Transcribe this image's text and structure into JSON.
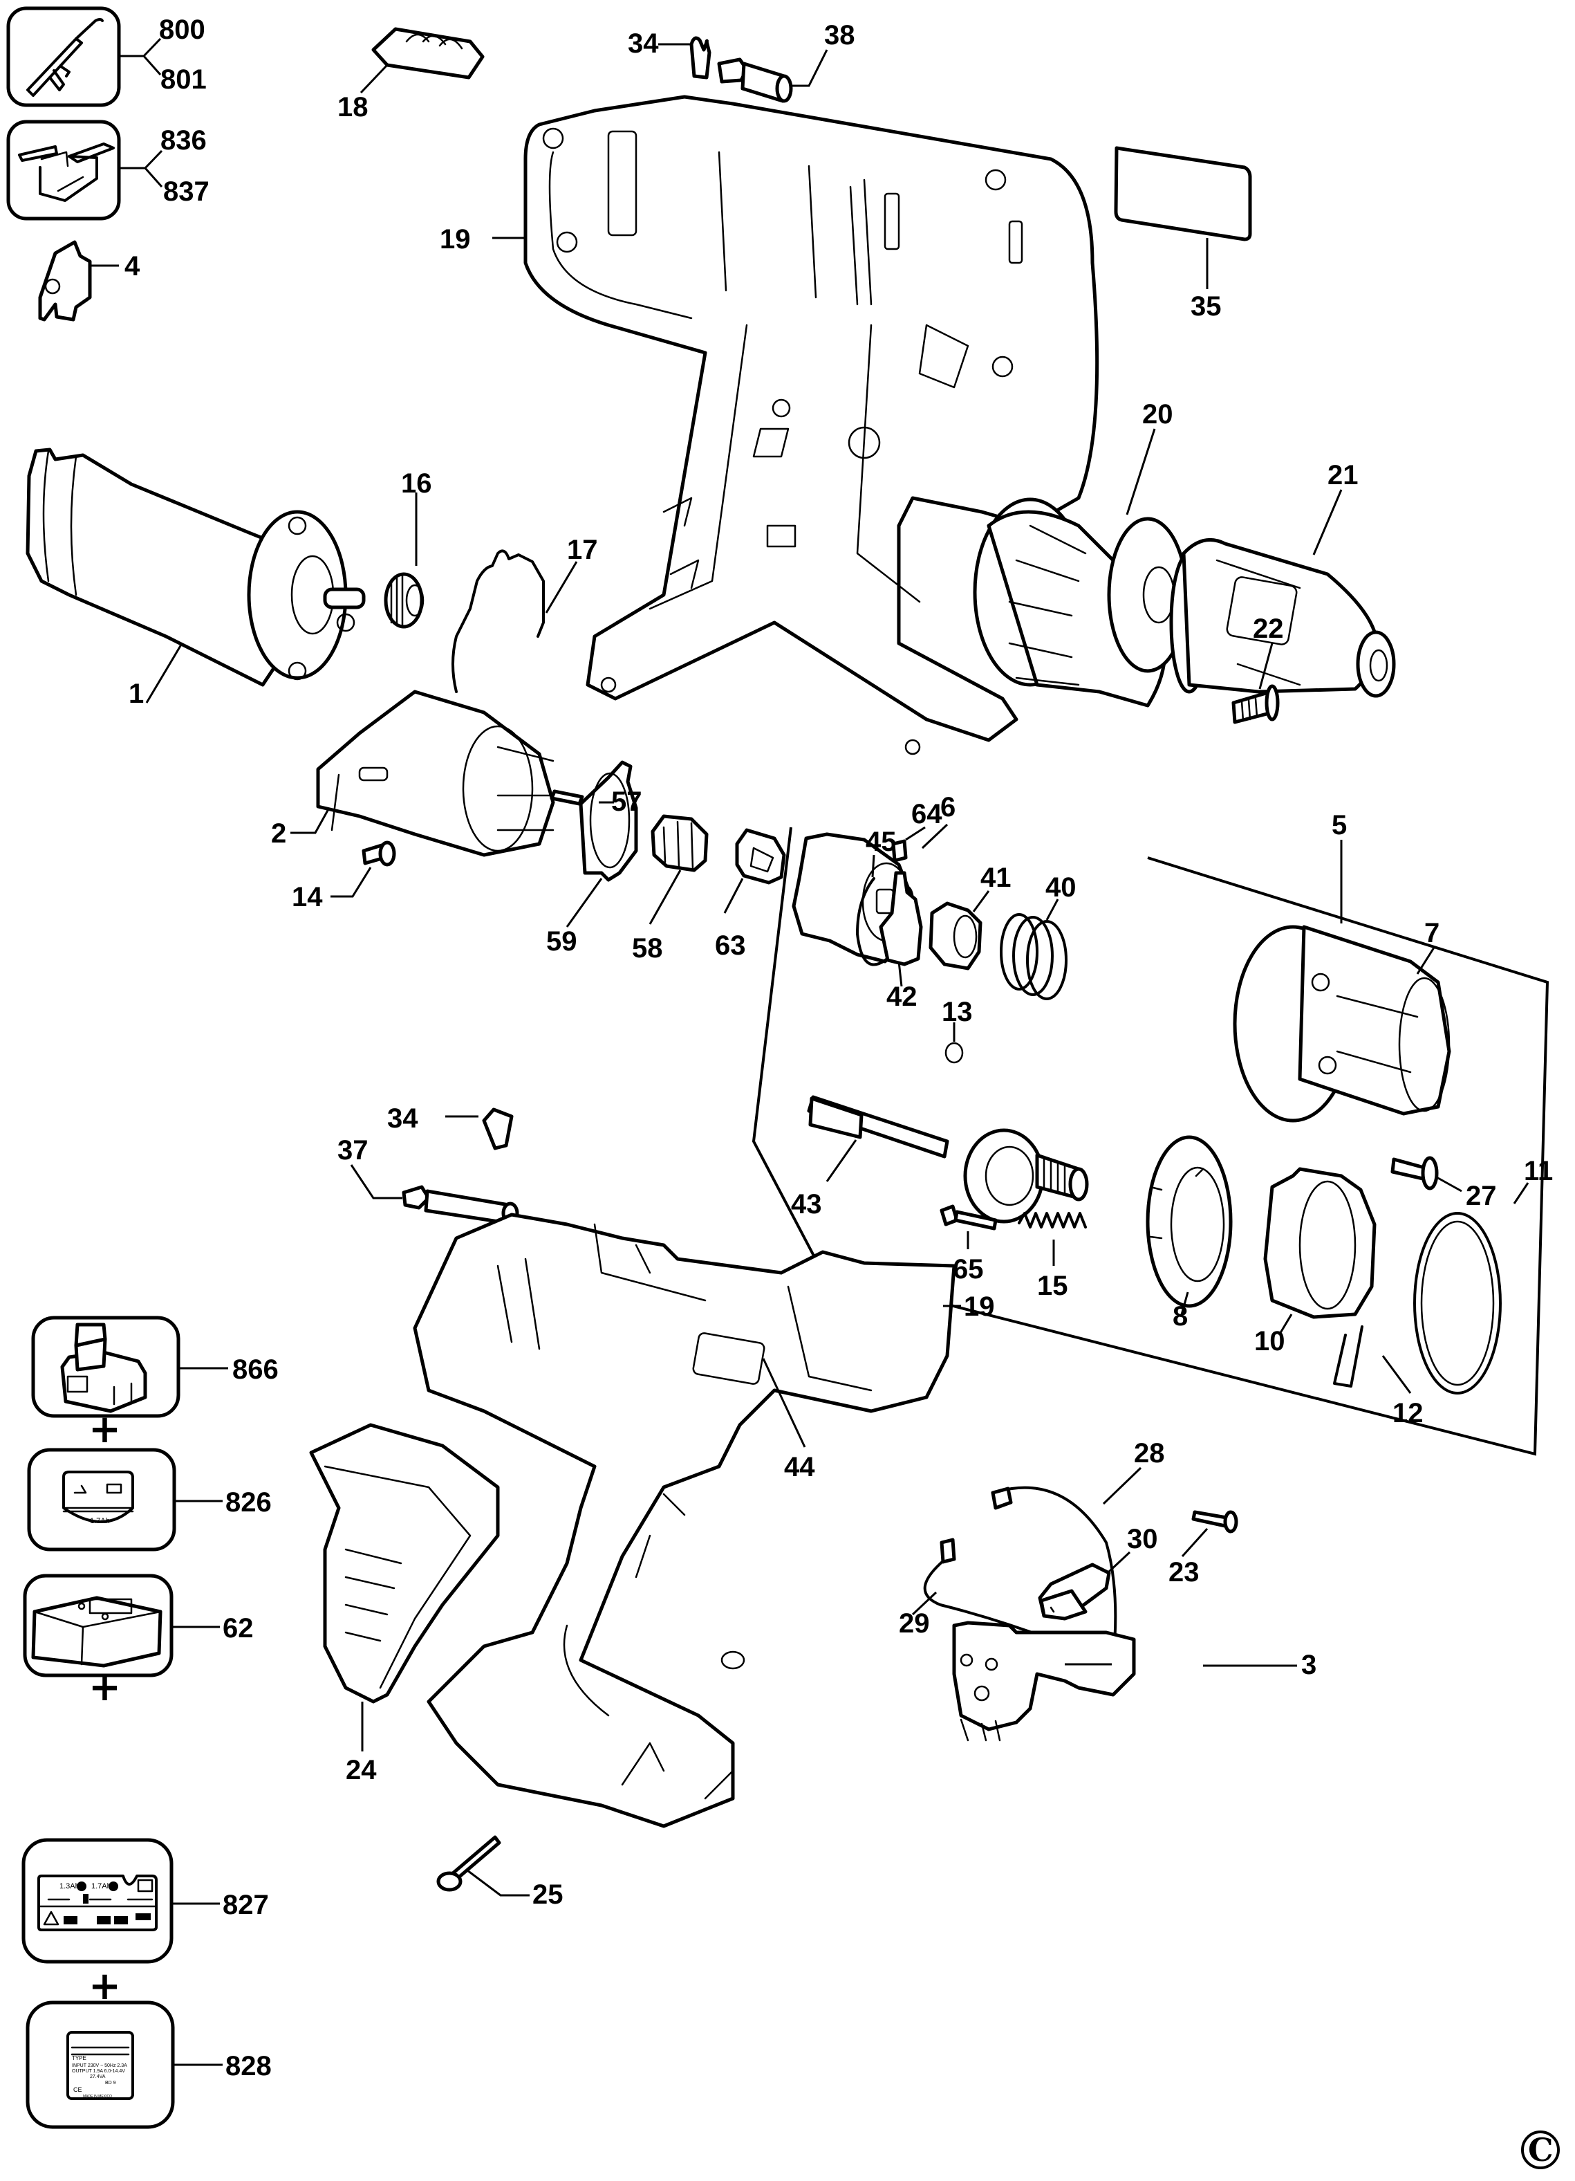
{
  "diagram": {
    "title": "Cordless drill exploded parts diagram",
    "copyright_symbol": "©",
    "kit_items": [
      {
        "id": "kit-800-801",
        "labels": [
          "800",
          "801"
        ],
        "depicts": "soldering iron / tool"
      },
      {
        "id": "kit-836-837",
        "labels": [
          "836",
          "837"
        ],
        "depicts": "cantilever tool box"
      },
      {
        "id": "kit-866",
        "labels": [
          "866"
        ],
        "depicts": "battery pack"
      },
      {
        "id": "kit-826",
        "labels": [
          "826"
        ],
        "depicts": "battery label",
        "text": "1.7Ah"
      },
      {
        "id": "kit-62",
        "labels": [
          "62"
        ],
        "depicts": "battery charger"
      },
      {
        "id": "kit-827",
        "labels": [
          "827"
        ],
        "depicts": "charger label",
        "text": [
          "1.3Ah",
          "1.7Ah"
        ]
      },
      {
        "id": "kit-828",
        "labels": [
          "828"
        ],
        "depicts": "charger rating plate",
        "text": [
          "TYPE",
          "INPUT 230V ~ 50Hz 2.3A",
          "OUTPUT 1.9A 6.0-14.4V",
          "27.4VA",
          "BD 9",
          "CE",
          "MADE IN MEXICO"
        ]
      }
    ],
    "plus_sign": "+",
    "parts": [
      {
        "number": "1",
        "name": "motor"
      },
      {
        "number": "2",
        "name": "gearbox housing"
      },
      {
        "number": "3",
        "name": "switch"
      },
      {
        "number": "4",
        "name": "brush holder / terminal"
      },
      {
        "number": "5",
        "name": "gear assembly group"
      },
      {
        "number": "6",
        "name": "gear carrier"
      },
      {
        "number": "7",
        "name": "gearcase"
      },
      {
        "number": "8",
        "name": "clutch ring with balls"
      },
      {
        "number": "10",
        "name": "clutch collar"
      },
      {
        "number": "11",
        "name": "retaining ring"
      },
      {
        "number": "12",
        "name": "spring clip"
      },
      {
        "number": "13",
        "name": "ball"
      },
      {
        "number": "14",
        "name": "screw"
      },
      {
        "number": "15",
        "name": "spring"
      },
      {
        "number": "16",
        "name": "pinion gear"
      },
      {
        "number": "17",
        "name": "wire spring"
      },
      {
        "number": "18",
        "name": "forward/reverse slider"
      },
      {
        "number": "19",
        "name": "housing half"
      },
      {
        "number": "20",
        "name": "clutch adjusting collar"
      },
      {
        "number": "21",
        "name": "keyless chuck"
      },
      {
        "number": "22",
        "name": "chuck screw"
      },
      {
        "number": "23",
        "name": "screw"
      },
      {
        "number": "24",
        "name": "handle grip"
      },
      {
        "number": "25",
        "name": "screw"
      },
      {
        "number": "27",
        "name": "screw"
      },
      {
        "number": "28",
        "name": "wire lead"
      },
      {
        "number": "29",
        "name": "wire lead"
      },
      {
        "number": "30",
        "name": "battery terminal block"
      },
      {
        "number": "34",
        "name": "bit clip"
      },
      {
        "number": "35",
        "name": "nameplate"
      },
      {
        "number": "37",
        "name": "screwdriver bit"
      },
      {
        "number": "38",
        "name": "screwdriver bit"
      },
      {
        "number": "40",
        "name": "spring"
      },
      {
        "number": "41",
        "name": "cam"
      },
      {
        "number": "42",
        "name": "lock ring"
      },
      {
        "number": "43",
        "name": "spindle"
      },
      {
        "number": "44",
        "name": "label"
      },
      {
        "number": "45",
        "name": "retaining ring"
      },
      {
        "number": "57",
        "name": "pin"
      },
      {
        "number": "58",
        "name": "sun gear"
      },
      {
        "number": "59",
        "name": "ring plate"
      },
      {
        "number": "63",
        "name": "planet carrier"
      },
      {
        "number": "64",
        "name": "key"
      },
      {
        "number": "65",
        "name": "pin"
      }
    ],
    "labels": {
      "l800": "800",
      "l801": "801",
      "l836": "836",
      "l837": "837",
      "l4": "4",
      "l18": "18",
      "l19a": "19",
      "l34a": "34",
      "l38": "38",
      "l35": "35",
      "l16": "16",
      "l17": "17",
      "l1": "1",
      "l20": "20",
      "l21": "21",
      "l22": "22",
      "l2": "2",
      "l14": "14",
      "l57": "57",
      "l59": "59",
      "l58": "58",
      "l63": "63",
      "l6": "6",
      "l45": "45",
      "l64": "64",
      "l5": "5",
      "l41": "41",
      "l40": "40",
      "l42": "42",
      "l7": "7",
      "l13": "13",
      "l43": "43",
      "l27": "27",
      "l65": "65",
      "l15": "15",
      "l8": "8",
      "l10": "10",
      "l11": "11",
      "l12": "12",
      "l34b": "34",
      "l37": "37",
      "l19b": "19",
      "l28": "28",
      "l44": "44",
      "l23": "23",
      "l30": "30",
      "l29": "29",
      "l3": "3",
      "l24": "24",
      "l25": "25",
      "l866": "866",
      "l826": "826",
      "l62": "62",
      "l827": "827",
      "l828": "828"
    },
    "label_texts": {
      "battery_capacity": "1.7Ah",
      "charger_cap_a": "1.3Ah",
      "charger_cap_b": "1.7Ah",
      "plate_type": "TYPE",
      "plate_input": "INPUT  230V ~ 50Hz  2.3A",
      "plate_output": "OUTPUT 1.9A  6.0-14.4V",
      "plate_va": "27.4VA",
      "plate_bd": "BD 9",
      "plate_ce": "CE",
      "plate_made": "MADE IN MEXICO"
    }
  }
}
